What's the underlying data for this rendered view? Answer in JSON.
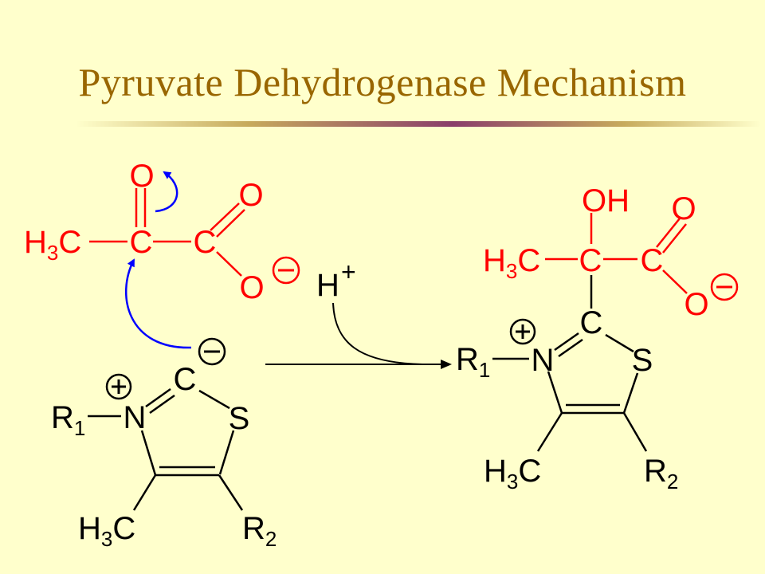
{
  "title": "Pyruvate Dehydrogenase Mechanism",
  "colors": {
    "background": "#ffffcc",
    "title": "#996600",
    "substrate": "#ff0000",
    "arrow_push": "#0000ff",
    "structure": "#000000"
  },
  "pyruvate": {
    "o_top": "O",
    "o_right": "O",
    "o_minus": "O",
    "c_carbonyl": "C",
    "c_carboxyl": "C",
    "methyl_h": "H",
    "methyl_3": "3",
    "methyl_c": "C",
    "charge": "−"
  },
  "thiamine_reactant": {
    "carbanion_c": "C",
    "charge_c": "−",
    "n": "N",
    "charge_n": "+",
    "s": "S",
    "r1": "R",
    "r1_sub": "1",
    "r2": "R",
    "r2_sub": "2",
    "methyl_h": "H",
    "methyl_3": "3",
    "methyl_c": "C"
  },
  "proton": {
    "h": "H",
    "charge": "+"
  },
  "adduct": {
    "oh": "OH",
    "o_top": "O",
    "o_minus": "O",
    "c_center": "C",
    "c_carboxyl": "C",
    "methyl_h": "H",
    "methyl_3": "3",
    "methyl_c": "C",
    "charge": "−",
    "ring_c": "C",
    "n": "N",
    "charge_n": "+",
    "s": "S",
    "r1": "R",
    "r1_sub": "1",
    "r2": "R",
    "r2_sub": "2",
    "ring_methyl_h": "H",
    "ring_methyl_3": "3",
    "ring_methyl_c": "C"
  }
}
